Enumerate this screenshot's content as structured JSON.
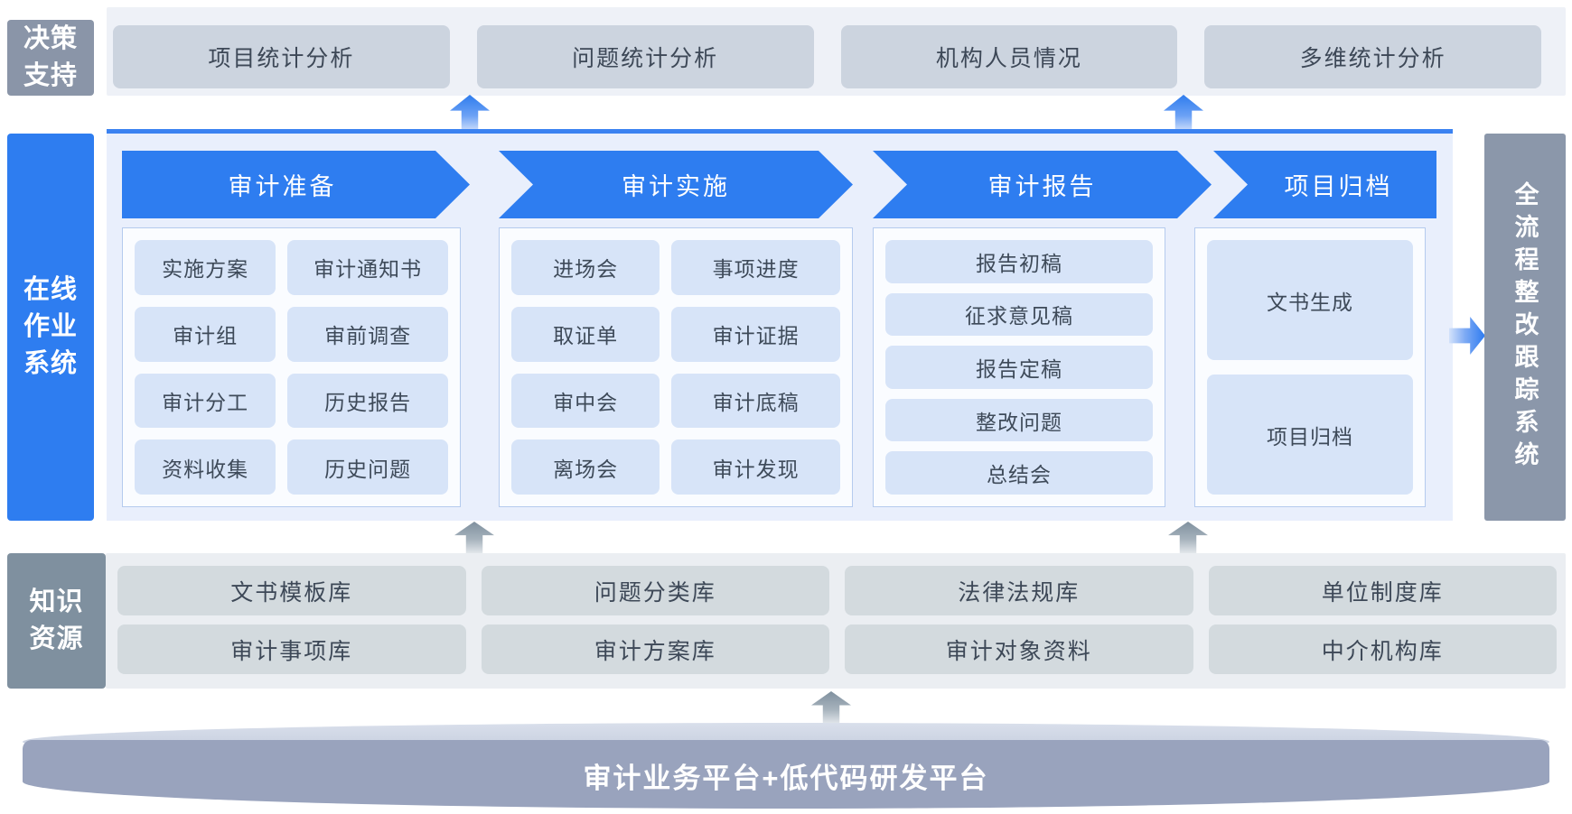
{
  "top": {
    "label_line1": "决策",
    "label_line2": "支持",
    "items": [
      "项目统计分析",
      "问题统计分析",
      "机构人员情况",
      "多维统计分析"
    ]
  },
  "workflow": {
    "sidebar_line1": "在线",
    "sidebar_line2": "作业",
    "sidebar_line3": "系统",
    "stages": [
      {
        "title": "审计准备",
        "items": [
          "实施方案",
          "审计通知书",
          "审计组",
          "审前调查",
          "审计分工",
          "历史报告",
          "资料收集",
          "历史问题"
        ]
      },
      {
        "title": "审计实施",
        "items": [
          "进场会",
          "事项进度",
          "取证单",
          "审计证据",
          "审中会",
          "审计底稿",
          "离场会",
          "审计发现"
        ]
      },
      {
        "title": "审计报告",
        "items": [
          "报告初稿",
          "征求意见稿",
          "报告定稿",
          "整改问题",
          "总结会"
        ]
      },
      {
        "title": "项目归档",
        "items": [
          "文书生成",
          "项目归档"
        ]
      }
    ]
  },
  "right_bar": {
    "label": "全流程整改跟踪系统"
  },
  "knowledge": {
    "label_line1": "知识",
    "label_line2": "资源",
    "row1": [
      "文书模板库",
      "问题分类库",
      "法律法规库",
      "单位制度库"
    ],
    "row2": [
      "审计事项库",
      "审计方案库",
      "审计对象资料",
      "中介机构库"
    ]
  },
  "platform": {
    "label": "审计业务平台+低代码研发平台"
  },
  "colors": {
    "accent_blue": "#2e7df0",
    "panel_bg": "#e9effc",
    "item_bg": "#d7e4f8",
    "gray_label": "#8a95a8",
    "knowledge_label": "#7f909f",
    "right_bar": "#8b97aa",
    "cylinder": "#99a3bd"
  }
}
